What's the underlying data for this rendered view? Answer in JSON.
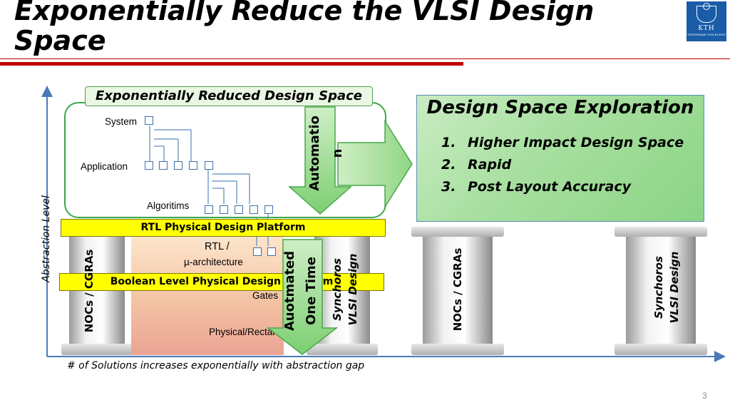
{
  "slide": {
    "title": "Exponentially Reduce the VLSI Design Space",
    "page_number": "3"
  },
  "logo": {
    "text": "KTH",
    "subtext": "VETENSKAP OCH KONST",
    "color": "#1a5ca8"
  },
  "diagram": {
    "reduced_space_label": "Exponentially Reduced Design Space",
    "levels": {
      "system": "System",
      "application": "Application",
      "algorithms": "Algoritims",
      "rtl": "RTL /",
      "micro_arch": "µ-architecture",
      "gates": "Gates",
      "physical": "Physical/Rectangles"
    },
    "platforms": {
      "rtl_platform": "RTL Physical Design Platform",
      "boolean_platform": "Boolean Level Physical Design Platform"
    },
    "arrows": {
      "automation_line1": "Automatio",
      "automation_line2": "n",
      "one_time_line1": "Auotmated",
      "one_time_line2": "One Time"
    },
    "pillars": {
      "left_a": "NOCs / CGRAs",
      "left_b_line1": "Synchoros",
      "left_b_line2": "VLSI Design",
      "right_a": "NOCs / CGRAs",
      "right_b_line1": "Synchoros",
      "right_b_line2": "VLSI Design"
    },
    "y_axis_label": "Abstraction Level",
    "x_axis_note": "# of Solutions increases exponentially with abstraction gap"
  },
  "exploration": {
    "title": "Design Space Exploration",
    "items": [
      "Higher Impact Design Space",
      "Rapid",
      "Post Layout Accuracy"
    ],
    "markers": [
      "1.",
      "2.",
      "3."
    ]
  },
  "colors": {
    "accent_red": "#c00000",
    "platform_yellow": "#ffff00",
    "green_frame": "#3aa84a",
    "arrow_green": "#7ccf72",
    "axis_blue": "#4a7ab8"
  }
}
